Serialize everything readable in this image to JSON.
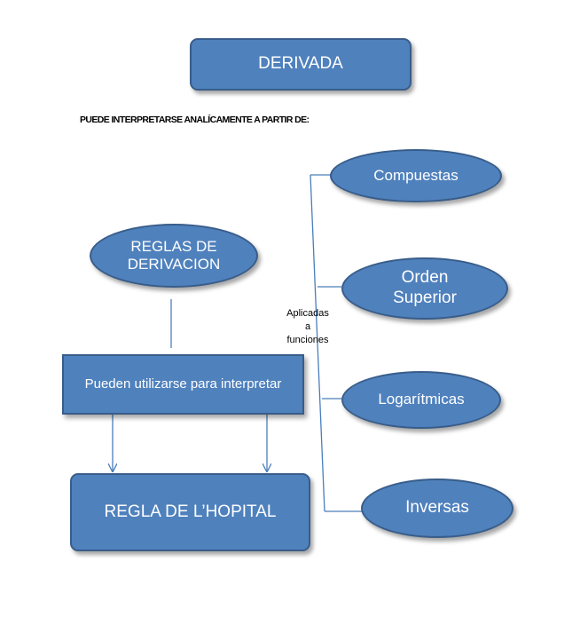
{
  "title_box": "DERIVADA",
  "subtitle": "PUEDE INTERPRETARSE ANALÍCAMENTE A PARTIR DE:",
  "reglas": "REGLAS DE\nDERIVACION",
  "pueden": "Pueden utilizarse para interpretar",
  "hopital": "REGLA DE  L’HOPITAL",
  "aplicadas": "Aplicadas\na\nfunciones",
  "funciones": {
    "compuestas": "Compuestas",
    "orden": "Orden\nSuperior",
    "logaritmicas": "Logarítmicas",
    "inversas": "Inversas"
  },
  "colors": {
    "fill": "#4f81bd",
    "border": "#385d8a",
    "connector": "#4a7ebb"
  }
}
